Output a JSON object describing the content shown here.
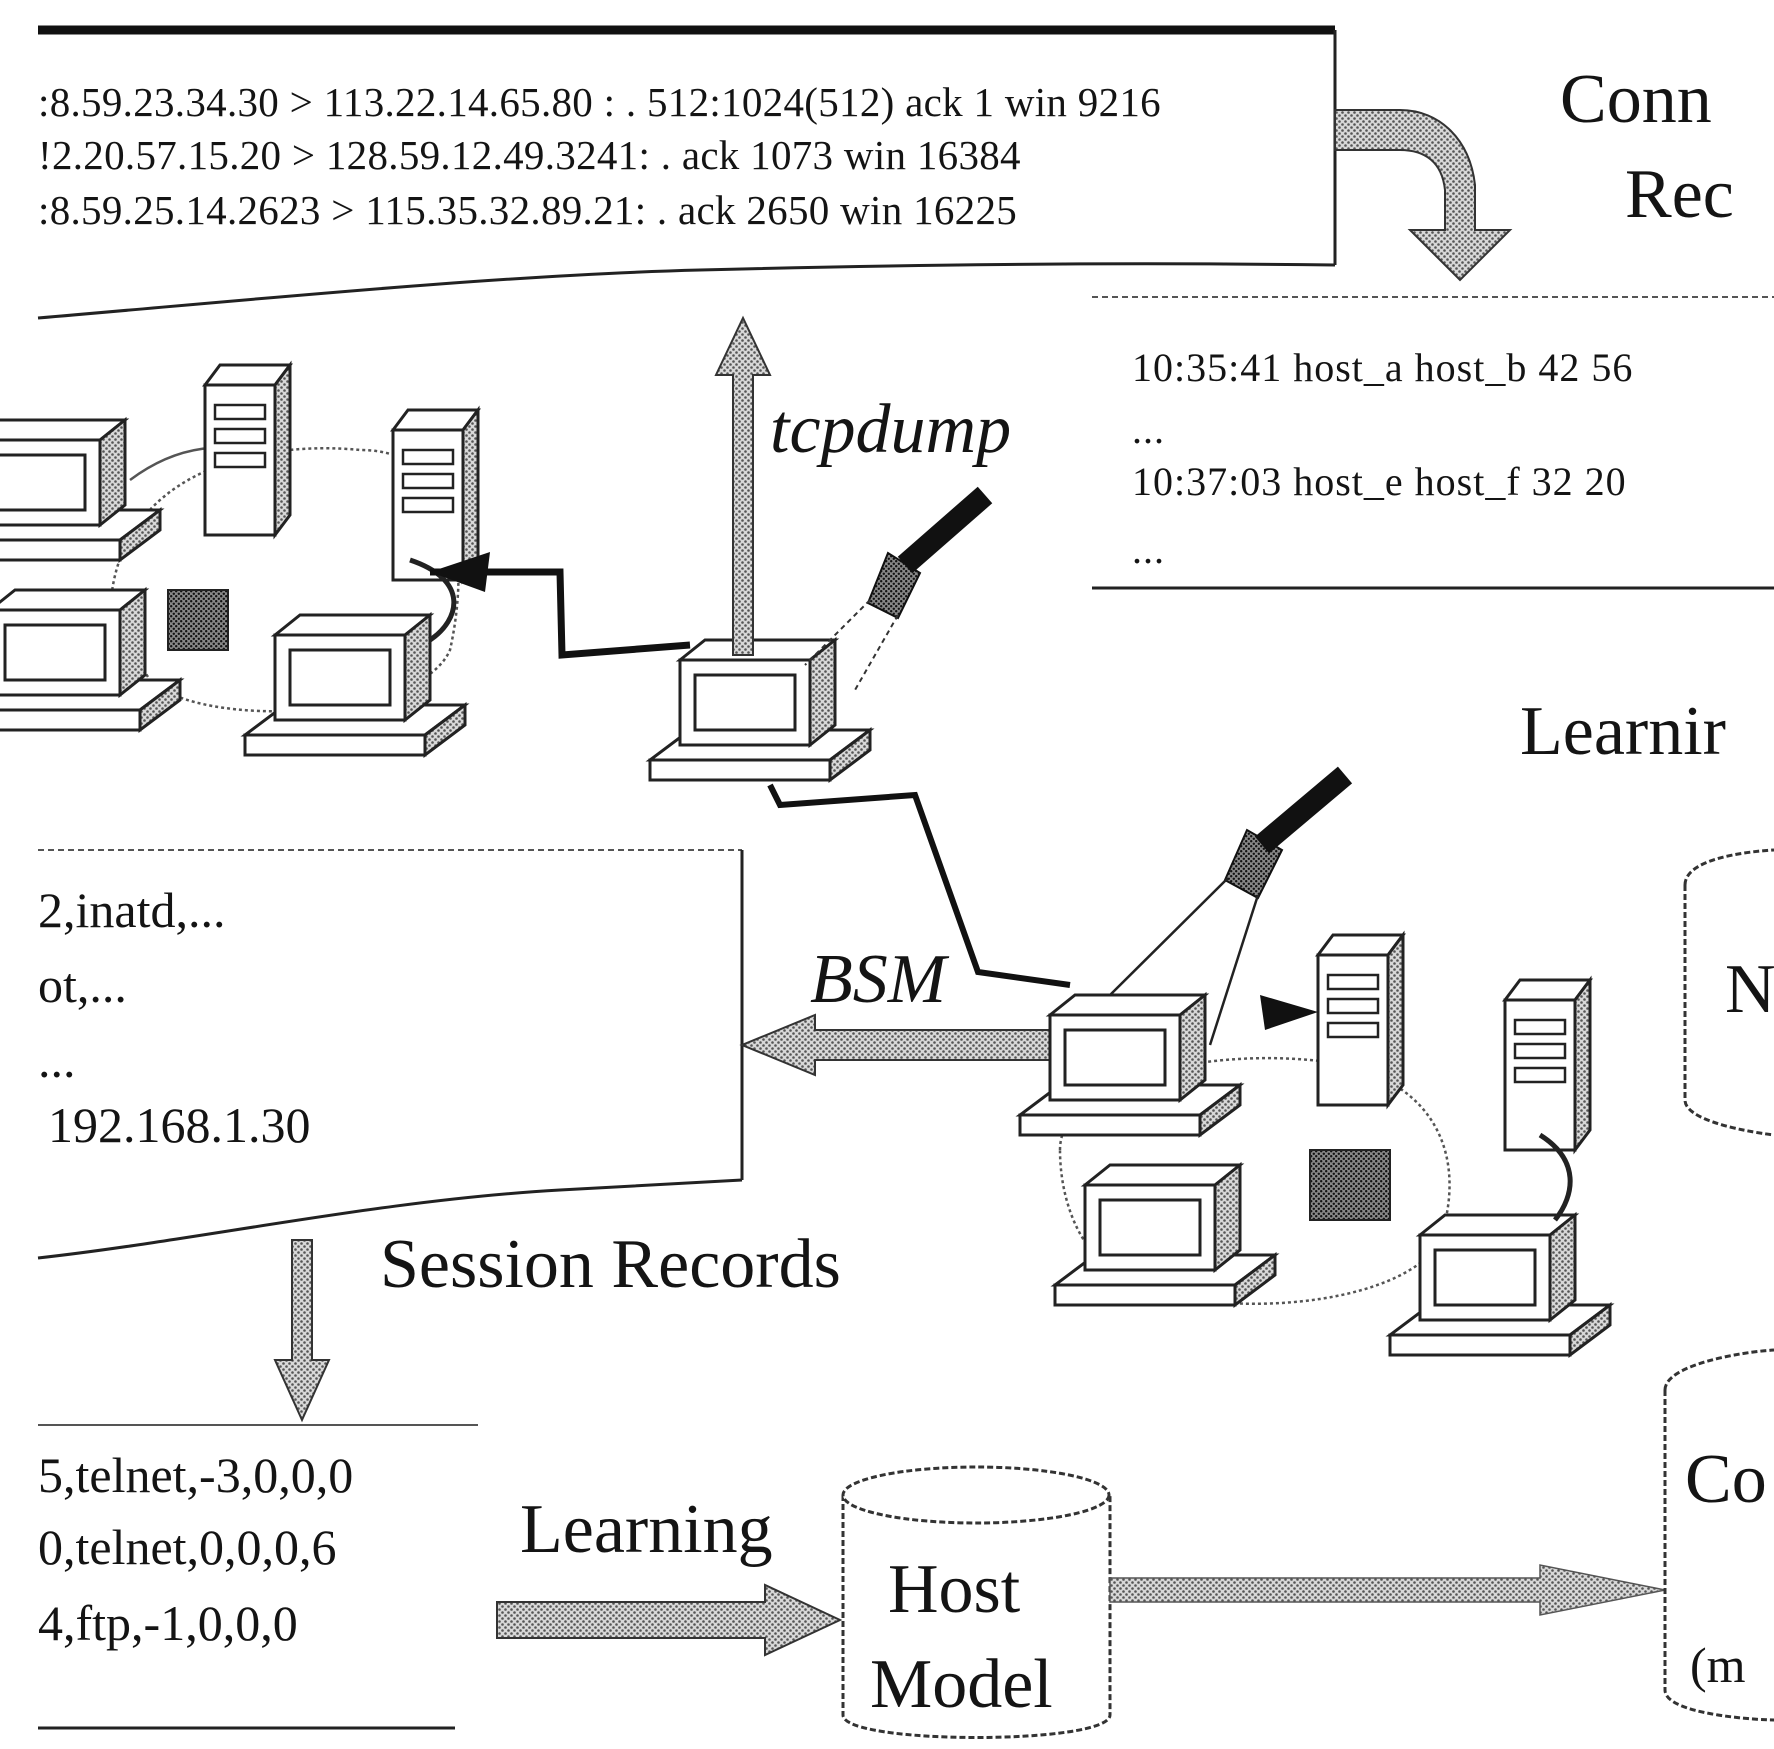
{
  "packet_box": {
    "lines": [
      ":8.59.23.34.30 > 113.22.14.65.80 : . 512:1024(512) ack 1 win 9216",
      "!2.20.57.15.20 > 128.59.12.49.3241: . ack 1073 win 16384",
      ":8.59.25.14.2623 > 115.35.32.89.21: . ack 2650 win 16225"
    ]
  },
  "connection_header": {
    "line1": "Conn",
    "line2": "Rec"
  },
  "connection_records": {
    "lines": [
      "10:35:41 host_a host_b 42 56",
      "...",
      "10:37:03 host_e host_f 32 20",
      "..."
    ]
  },
  "labels": {
    "tcpdump": "tcpdump",
    "bsm": "BSM",
    "learning_top": "Learnir",
    "learning_bottom": "Learning",
    "session_records": "Session Records"
  },
  "session_box": {
    "lines": [
      "2,inatd,...",
      "ot,...",
      "...",
      "192.168.1.30"
    ]
  },
  "session_records_table": {
    "lines": [
      "5,telnet,-3,0,0,0",
      "0,telnet,0,0,0,6",
      "4,ftp,-1,0,0,0"
    ]
  },
  "host_model": {
    "line1": "Host",
    "line2": "Model"
  },
  "right_cylinder_top": {
    "text": "N"
  },
  "right_cylinder_bottom": {
    "line1": "Co",
    "line2": "(m"
  }
}
